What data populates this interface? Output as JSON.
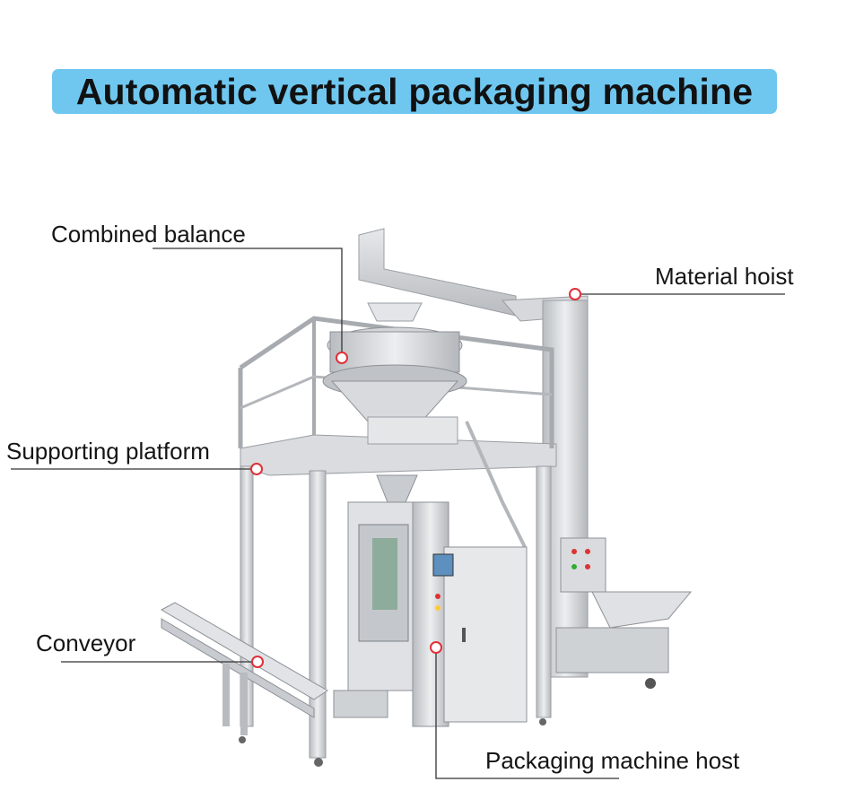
{
  "title": "Automatic vertical packaging machine",
  "colors": {
    "title_bg": "#6fc7ef",
    "callout_marker": "#e0303a",
    "leader_line": "#333333",
    "machine_steel": "#c9ccd0"
  },
  "callouts": {
    "combined_balance": "Combined balance",
    "material_hoist": "Material hoist",
    "supporting_platform": "Supporting platform",
    "conveyor": "Conveyor",
    "packaging_machine_host": "Packaging machine host"
  }
}
